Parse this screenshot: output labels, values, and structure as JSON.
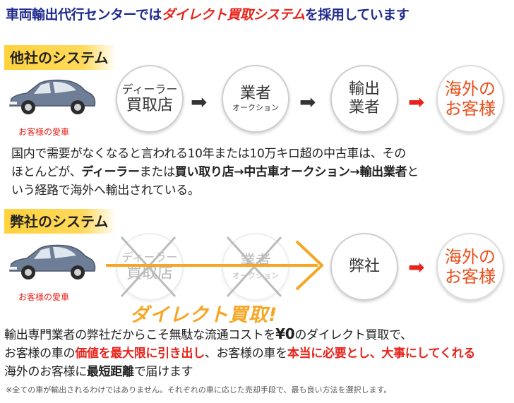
{
  "headline": {
    "part1": "車両輸出代行センターでは",
    "part2": "ダイレクト買取システム",
    "part3": "を採用しています"
  },
  "section1": {
    "label": "他社のシステム",
    "car_caption": "お客様の愛車",
    "steps": [
      {
        "l1": "ディーラー",
        "l2": "買取店"
      },
      {
        "l1": "業者",
        "l2": "オークション"
      },
      {
        "l1": "輸出",
        "l2": "業者"
      },
      {
        "l1": "海外の",
        "l2": "お客様"
      }
    ],
    "para": {
      "line1": "国内で需要がなくなると言われる10年または10万キロ超の中古車は、その",
      "line2_a": "ほとんどが、",
      "line2_b": "ディーラー",
      "line2_c": "または",
      "line2_d": "買い取り店→中古車オークション→輸出業者",
      "line2_e": "と",
      "line3": "いう経路で海外へ輸出されている。"
    }
  },
  "section2": {
    "label": "弊社のシステム",
    "car_caption": "お客様の愛車",
    "steps": [
      {
        "l1": "ディーラー",
        "l2": "買取店"
      },
      {
        "l1": "業者",
        "l2": "オークション"
      },
      {
        "l1": "弊社"
      },
      {
        "l1": "海外の",
        "l2": "お客様"
      }
    ],
    "direct": "ダイレクト買取!",
    "para": {
      "line1_a": "輸出専門業者の弊社だからこそ無駄な流通コストを",
      "line1_b": "¥0",
      "line1_c": "のダイレクト買取で、",
      "line2_a": "お客様の車の",
      "line2_b": "価値を最大限に引き出し",
      "line2_c": "、お客様の車を",
      "line2_d": "本当に必要とし、大事にしてくれる",
      "line3_a": "海外のお客様に",
      "line3_b": "最短距離",
      "line3_c": "で届けます"
    },
    "note": "※全ての車が輸出されるわけではありません。それぞれの車に応じた売却手段で、最も良い方法を選択します。"
  },
  "colors": {
    "accent_red": "#e8231b",
    "headline_blue": "#1e2a8c",
    "label_yellow": "#ffd23d",
    "direct_orange": "#f6a623"
  }
}
